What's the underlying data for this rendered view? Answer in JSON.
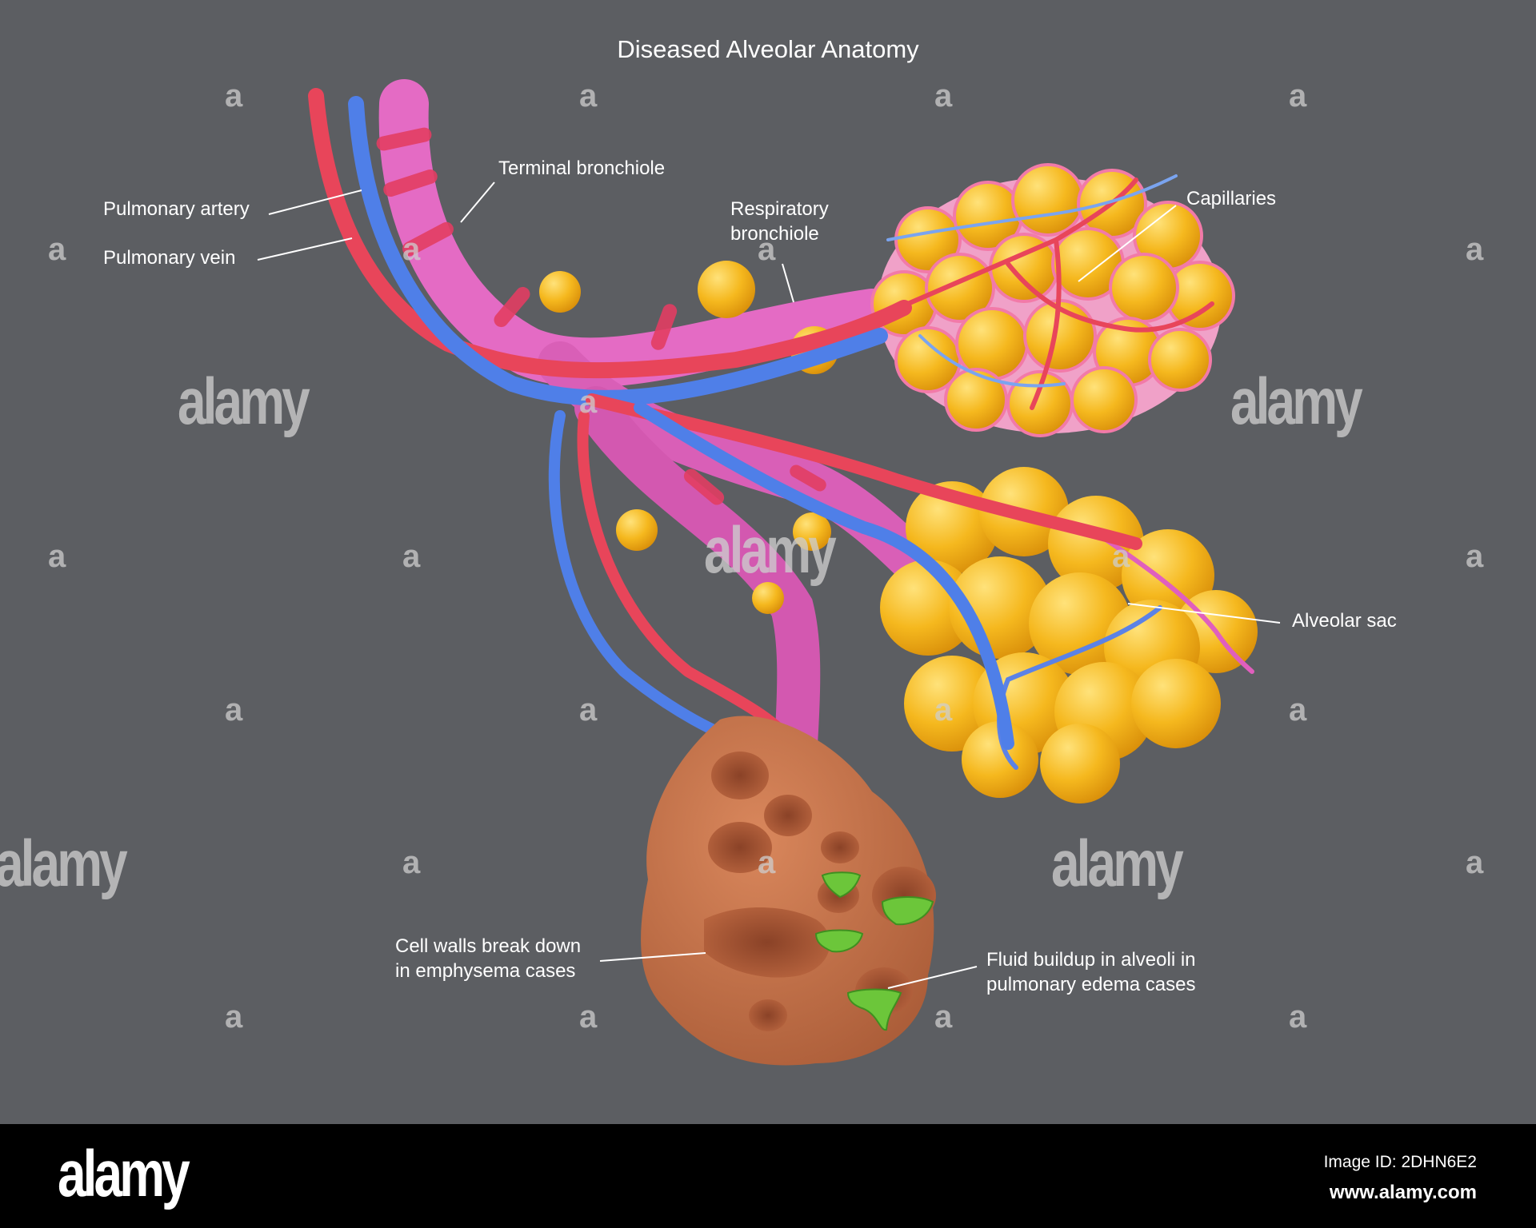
{
  "title": "Diseased Alveolar Anatomy",
  "labels": {
    "pulmonary_artery": "Pulmonary artery",
    "pulmonary_vein": "Pulmonary vein",
    "terminal_bronchiole": "Terminal bronchiole",
    "respiratory_bronchiole_line1": "Respiratory",
    "respiratory_bronchiole_line2": "bronchiole",
    "capillaries": "Capillaries",
    "alveolar_sac": "Alveolar sac",
    "emphysema_line1": "Cell walls break down",
    "emphysema_line2": "in emphysema cases",
    "edema_line1": "Fluid buildup in alveoli in",
    "edema_line2": "pulmonary edema cases"
  },
  "watermark": {
    "big_text": "alamy",
    "small_text": "a"
  },
  "footer": {
    "logo": "alamy",
    "image_id": "Image ID: 2DHN6E2",
    "url": "www.alamy.com"
  },
  "colors": {
    "background": "#5c5e62",
    "artery": "#e8455a",
    "vein": "#4f7fe8",
    "bronchiole": "#e46bc4",
    "healthy_alveoli": "#f2b41c",
    "diseased_alveoli": "#c46e45",
    "fluid": "#6cc63a"
  }
}
